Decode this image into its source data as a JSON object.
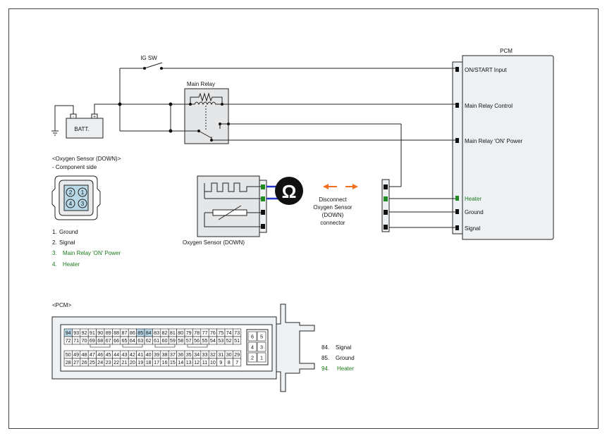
{
  "colors": {
    "frame": "#333333",
    "wire": "#222222",
    "ecu_fill": "#eef1f4",
    "sensor_fill": "#e4e6e8",
    "highlight_pin": "#b8d8e8",
    "green": "#1a7a1a",
    "blue_wire": "#2233cc",
    "orange_arrow": "#f07020",
    "terminal_green": "#1f8a1f"
  },
  "ig_sw": "IG SW",
  "batt": {
    "label": "BATT.",
    "minus": "-",
    "plus": "+"
  },
  "main_relay": {
    "label": "Main Relay"
  },
  "pcm": {
    "title": "PCM",
    "terminals": [
      "ON/START Input",
      "Main Relay Control",
      "Main Relay 'ON' Power",
      "Heater",
      "Ground",
      "Signal"
    ]
  },
  "sensor_block": {
    "label": "Oxygen Sensor (DOWN)",
    "ohm_icon": "ohm-symbol"
  },
  "disconnect_note": [
    "Disconnect",
    "Oxygen Sensor",
    "(DOWN)",
    "connector"
  ],
  "component_view": {
    "title": "<Oxygen Sensor (DOWN)>",
    "subtitle": "- Component side",
    "pins": [
      "2",
      "1",
      "4",
      "3"
    ],
    "legend": [
      {
        "num": "1.",
        "text": "Ground",
        "green": false
      },
      {
        "num": "2.",
        "text": "Signal",
        "green": false
      },
      {
        "num": "3.",
        "text": "Main Relay 'ON' Power",
        "green": true
      },
      {
        "num": "4.",
        "text": "Heater",
        "green": true
      }
    ]
  },
  "pcm_connector": {
    "title": "<PCM>",
    "row1": [
      "94",
      "93",
      "92",
      "91",
      "90",
      "89",
      "88",
      "87",
      "86",
      "85",
      "84",
      "83",
      "82",
      "81",
      "80",
      "79",
      "78",
      "77",
      "76",
      "75",
      "74",
      "73"
    ],
    "row2": [
      "72",
      "71",
      "70",
      "69",
      "68",
      "67",
      "66",
      "65",
      "64",
      "63",
      "62",
      "61",
      "60",
      "59",
      "58",
      "57",
      "56",
      "55",
      "54",
      "53",
      "52",
      "51"
    ],
    "row3": [
      "50",
      "49",
      "48",
      "47",
      "46",
      "45",
      "44",
      "43",
      "42",
      "41",
      "40",
      "39",
      "38",
      "37",
      "36",
      "35",
      "34",
      "33",
      "32",
      "31",
      "30",
      "29"
    ],
    "row4": [
      "28",
      "27",
      "26",
      "25",
      "24",
      "23",
      "22",
      "21",
      "20",
      "19",
      "18",
      "17",
      "16",
      "15",
      "14",
      "13",
      "12",
      "11",
      "10",
      "9",
      "8",
      "7"
    ],
    "highlighted": [
      "94",
      "85",
      "84"
    ],
    "side_block": [
      "6",
      "5",
      "4",
      "3",
      "2",
      "1"
    ],
    "legend": [
      {
        "num": "84.",
        "text": "Signal",
        "green": false
      },
      {
        "num": "85.",
        "text": "Ground",
        "green": false
      },
      {
        "num": "94.",
        "text": "Heater",
        "green": true
      }
    ]
  }
}
